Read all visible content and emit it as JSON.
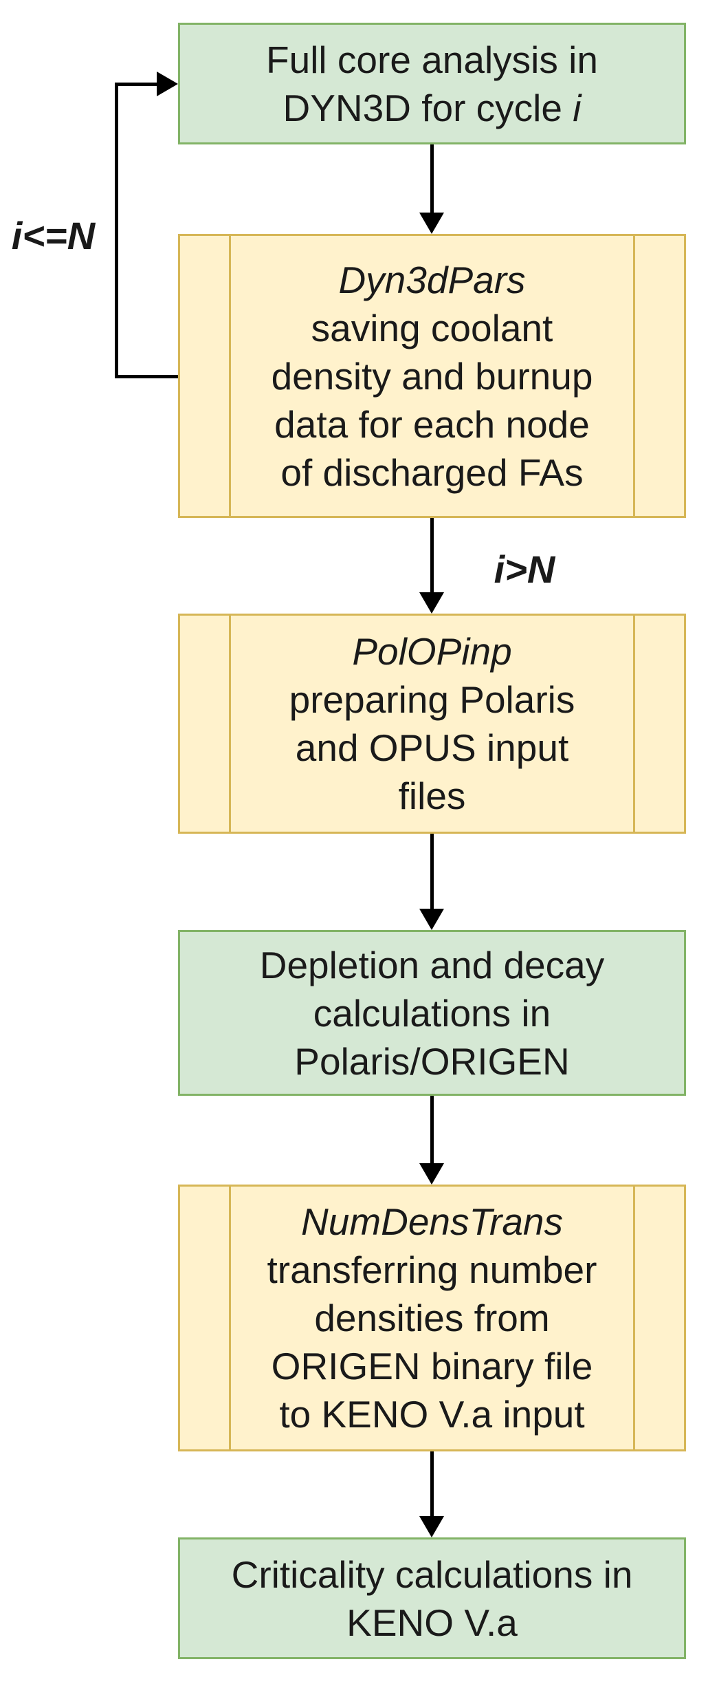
{
  "flowchart": {
    "loop_label": "i<=N",
    "exit_label": "i>N",
    "nodes": {
      "full_core": {
        "line1": "Full core analysis in",
        "line2": "DYN3D for cycle",
        "line2_italic": "i"
      },
      "dyn3dpars": {
        "title": "Dyn3dPars",
        "body": "saving coolant\ndensity and burnup\ndata for each node\nof discharged FAs"
      },
      "polopinp": {
        "title": "PolOPinp",
        "body": "preparing Polaris\nand OPUS input\nfiles"
      },
      "depletion": {
        "body": "Depletion and decay\ncalculations in\nPolaris/ORIGEN"
      },
      "numdenstrans": {
        "title": "NumDensTrans",
        "body": "transferring number\ndensities from\nORIGEN binary file\nto KENO V.a input"
      },
      "criticality": {
        "body": "Criticality calculations in\nKENO V.a"
      }
    }
  },
  "colors": {
    "process_fill": "#d5e8d4",
    "process_border": "#82b366",
    "subroutine_fill": "#fff2cc",
    "subroutine_border": "#d6b656",
    "line_color": "#000000",
    "text_color": "#1a1a1a"
  }
}
